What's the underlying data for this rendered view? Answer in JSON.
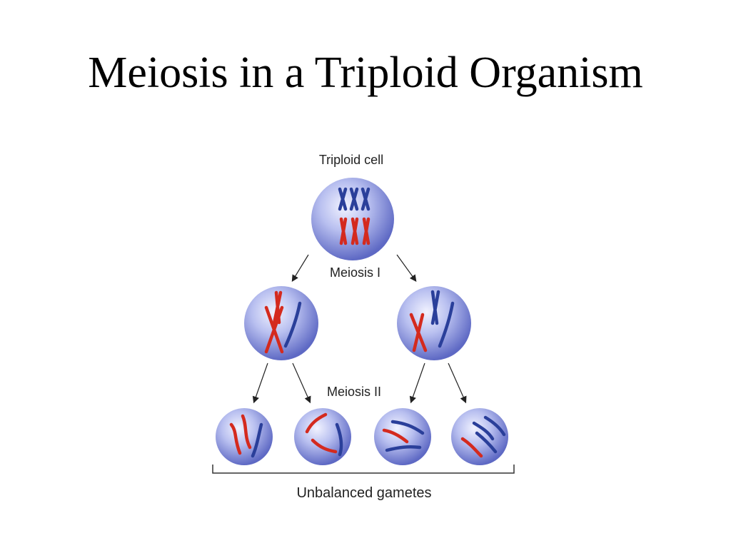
{
  "title": "Meiosis in a Triploid Organism",
  "diagram": {
    "top_label": "Triploid cell",
    "stage1_label": "Meiosis I",
    "stage2_label": "Meiosis II",
    "bottom_label": "Unbalanced gametes"
  },
  "colors": {
    "maternal_chromosome": "#d42a1e",
    "paternal_chromosome": "#2a3f9a",
    "cell_fill": "#8a95df"
  }
}
